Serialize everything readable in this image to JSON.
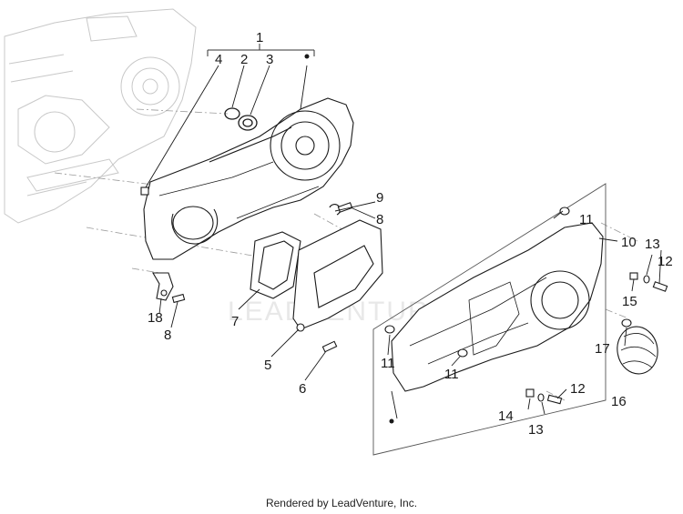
{
  "diagram": {
    "callouts": {
      "c1": "1",
      "c2": "2",
      "c3": "3",
      "c4": "4",
      "c5": "5",
      "c6": "6",
      "c7": "7",
      "c8a": "8",
      "c8b": "8",
      "c9": "9",
      "c10": "10",
      "c11a": "11",
      "c11b": "11",
      "c11c": "11",
      "c12a": "12",
      "c12b": "12",
      "c13a": "13",
      "c13b": "13",
      "c14": "14",
      "c15": "15",
      "c16": "16",
      "c17": "17",
      "c18": "18"
    },
    "watermark": "LEADVENTURE"
  },
  "footer": {
    "text": "Rendered by LeadVenture, Inc."
  }
}
